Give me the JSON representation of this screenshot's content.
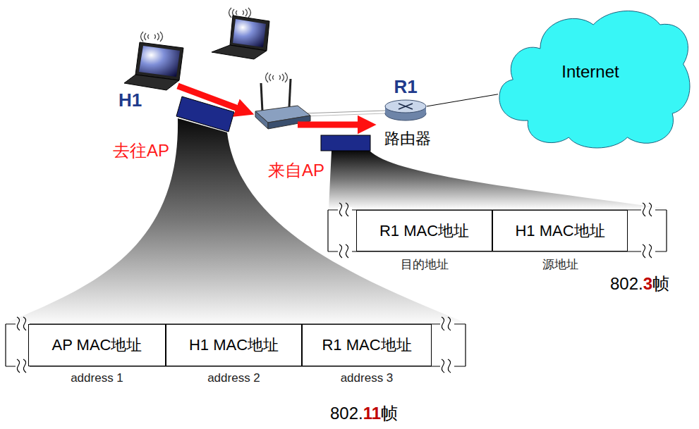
{
  "diagram": {
    "nodes": [
      {
        "text": [
          "Internet"
        ]
      },
      {
        "text": [
          "R1",
          "路由器"
        ]
      },
      {
        "text": [
          "802.3帧"
        ]
      },
      {
        "text": [
          "R1 MAC地址",
          "目的地址"
        ],
        "in": 2
      },
      {
        "text": [
          "H1 MAC地址",
          "源地址"
        ],
        "in": 2
      },
      {
        "text": [
          "802.11帧"
        ]
      },
      {
        "text": [
          "AP MAC地址",
          "address 1"
        ],
        "in": 5
      },
      {
        "text": [
          "H1 MAC地址",
          "address 2"
        ],
        "in": 5
      },
      {
        "text": [
          "R1 MAC地址",
          "address 3"
        ],
        "in": 5
      }
    ],
    "edges": [
      {
        "from": 1,
        "to": 0,
        "arrow": "none"
      }
    ],
    "labels": [
      "H1",
      "去往AP",
      "来自AP"
    ]
  }
}
